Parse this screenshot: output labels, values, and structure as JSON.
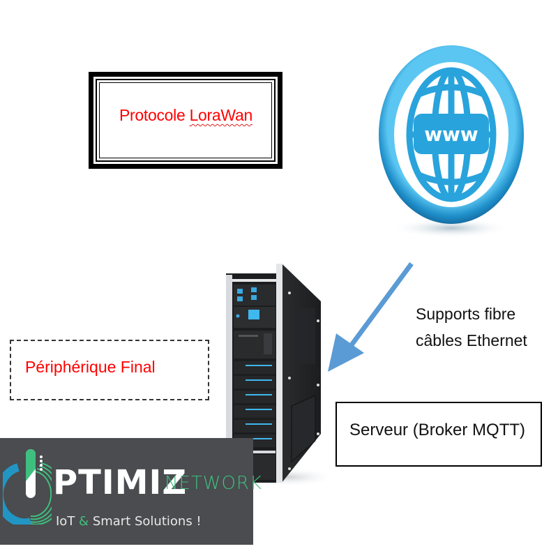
{
  "diagram": {
    "protocol_box": {
      "prefix": "Protocole ",
      "highlighted": "LoraWan"
    },
    "globe": {
      "label": "www",
      "icon": "globe-www-icon"
    },
    "connection": {
      "line1": "Supports fibre",
      "line2": "câbles Ethernet"
    },
    "end_device_box": {
      "label": "Périphérique Final"
    },
    "server_box": {
      "label": "Serveur (Broker MQTT)"
    },
    "server_image": {
      "icon": "server-rack-icon"
    }
  },
  "logo": {
    "brand_main": "PTIMIZ",
    "brand_sub": "NETWORK",
    "tagline_pre": "IoT ",
    "tagline_amp": "&",
    "tagline_post": " Smart Solutions !"
  },
  "colors": {
    "label_red": "#ff0000",
    "globe_blue": "#29a3dc",
    "arrow_blue": "#5b9bd5",
    "logo_bg": "#4a4c4f",
    "logo_green": "#3fbf7f"
  }
}
